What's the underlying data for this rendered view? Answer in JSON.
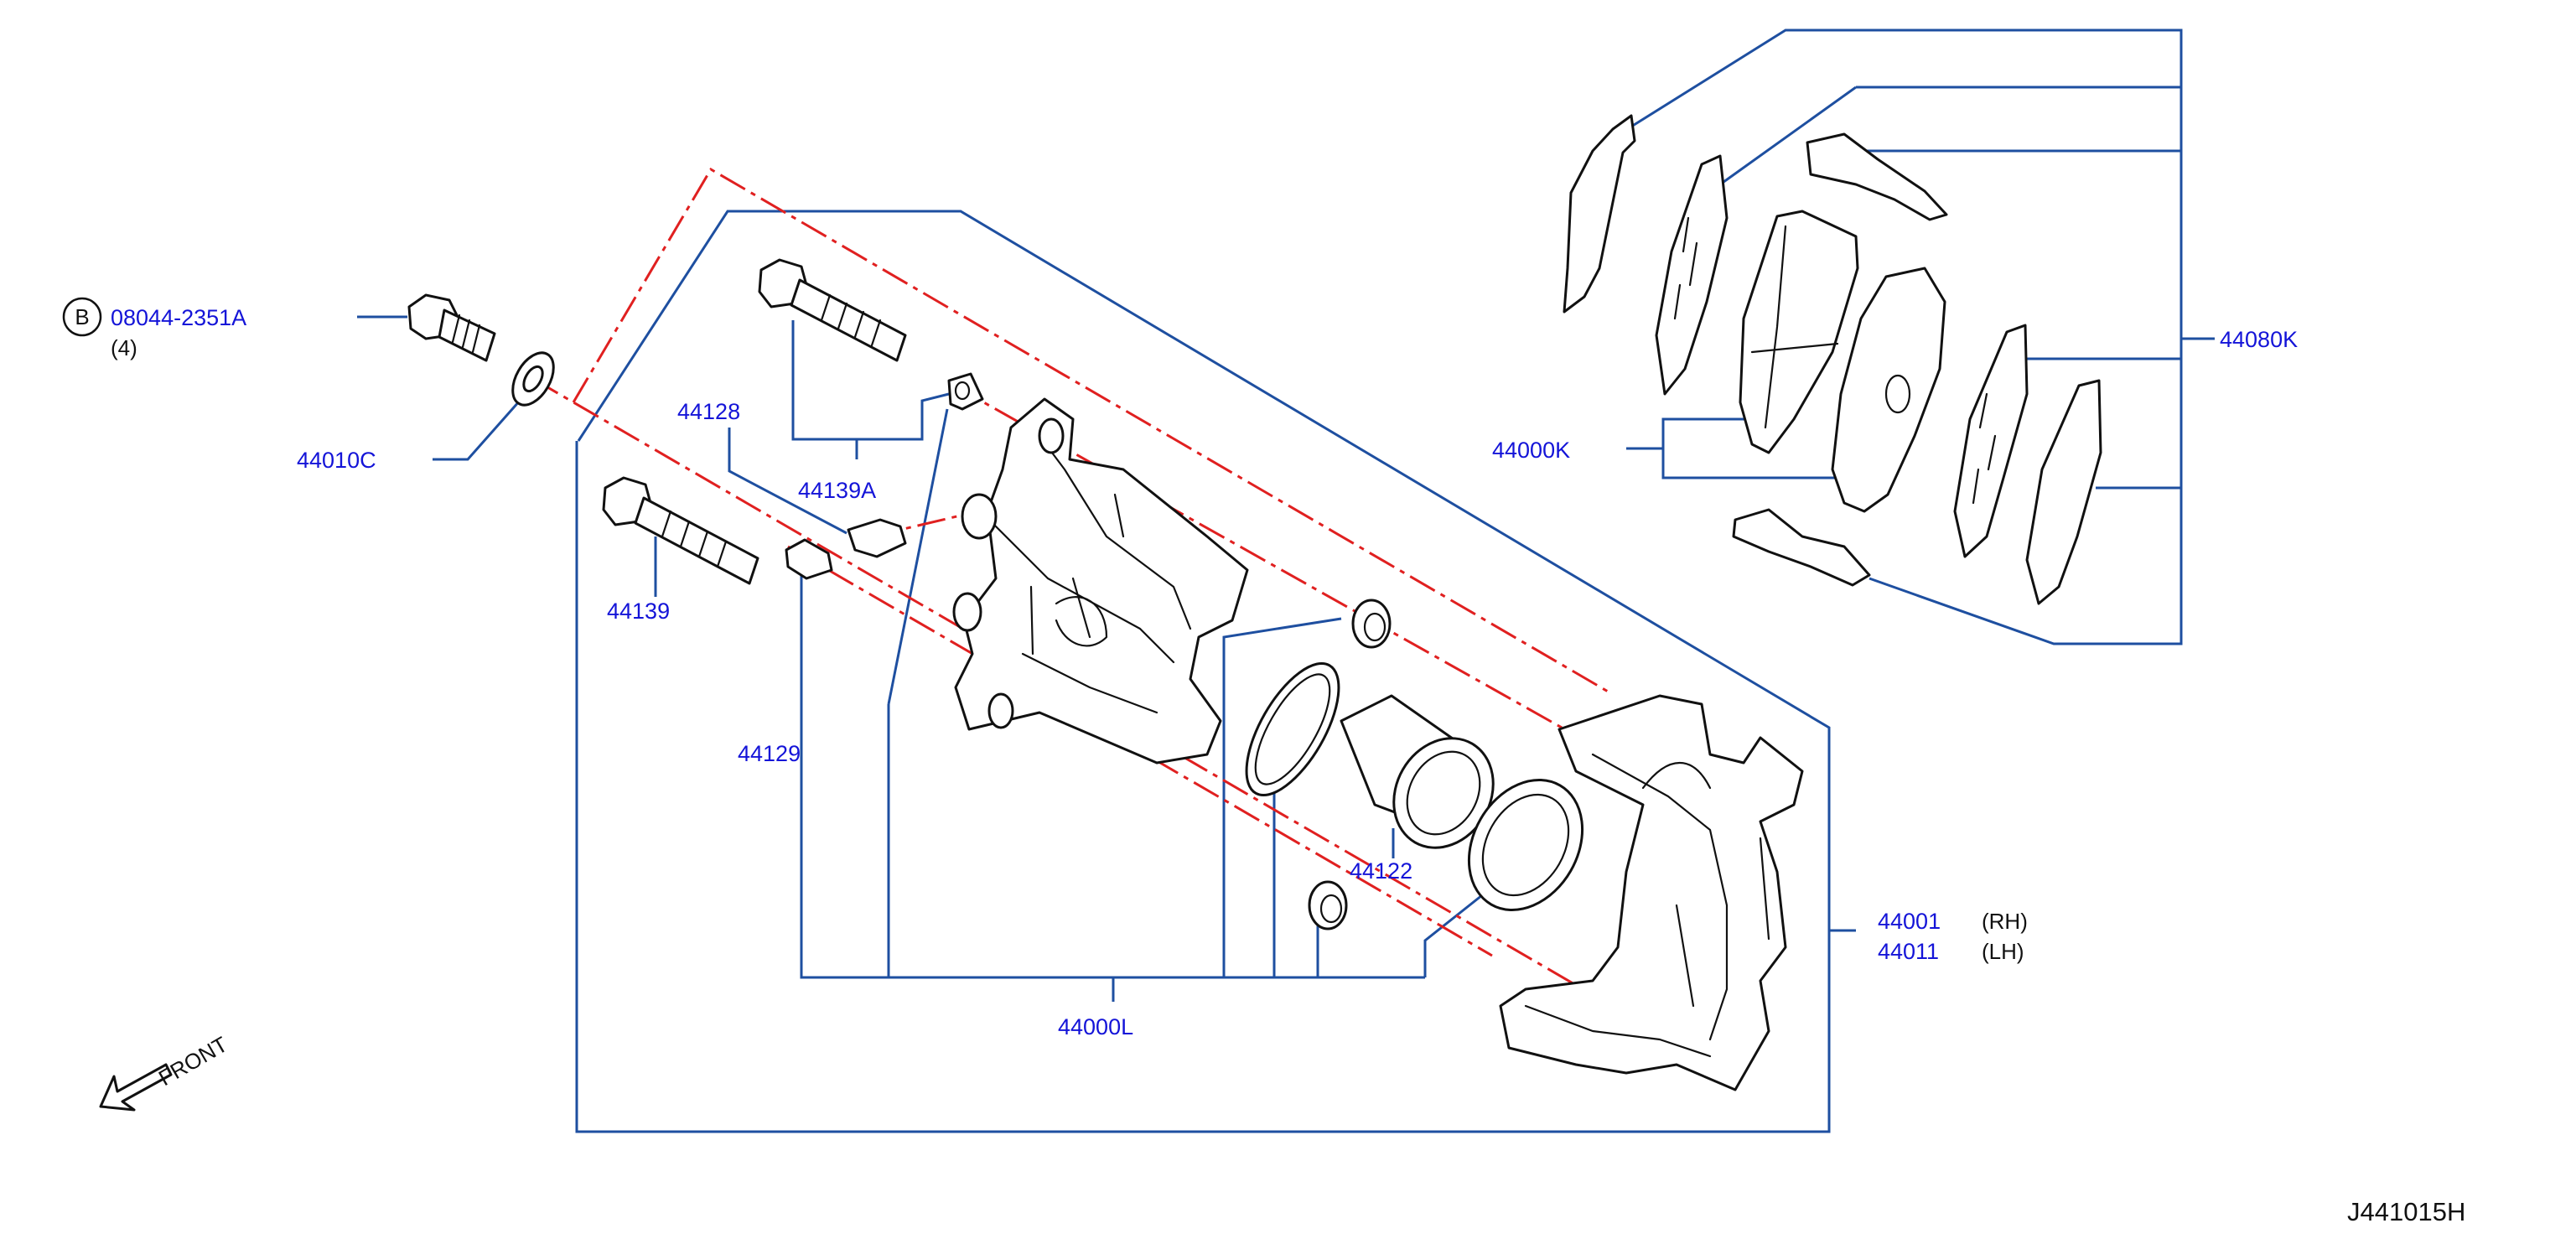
{
  "diagram": {
    "diagram_code": "J441015H",
    "front_label": "FRONT",
    "bolt_callout": {
      "circle_letter": "B",
      "part_number": "08044-2351A",
      "quantity": "(4)"
    },
    "parts": {
      "washer": "44010C",
      "bleeder_cap": "44128",
      "guide_pin_bolt_upper": "44139A",
      "guide_pin_bolt_lower": "44139",
      "bleeder_screw": "44129",
      "piston_seal": "44122",
      "seal_kit": "44000L",
      "caliper_rh": "44001",
      "caliper_rh_side": "(RH)",
      "caliper_lh": "44011",
      "caliper_lh_side": "(LH)",
      "pad_kit": "44000K",
      "pad_hardware_kit": "44080K"
    },
    "colors": {
      "label": "#1414d8",
      "leader": "#1e4fa0",
      "centerline": "#e02020",
      "outline": "#111111"
    }
  }
}
